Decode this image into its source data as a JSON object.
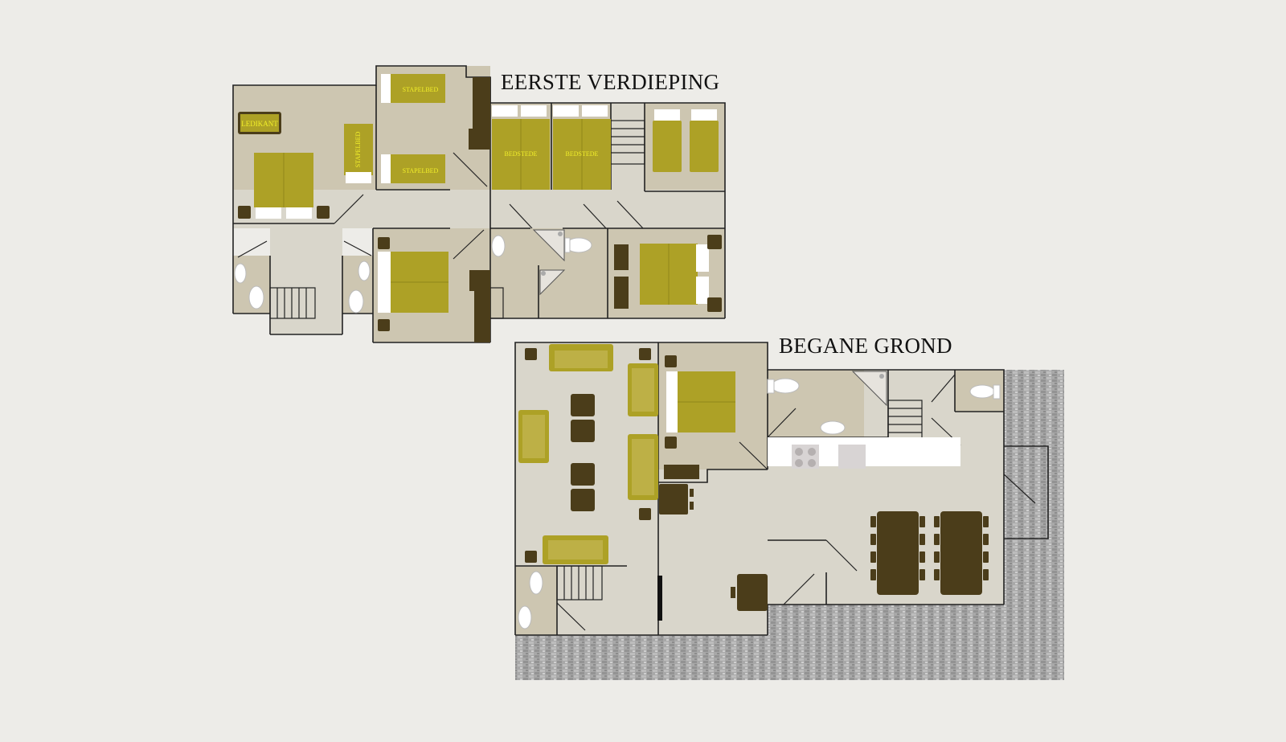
{
  "floors": {
    "upper": {
      "title": "EERSTE VERDIEPING"
    },
    "ground": {
      "title": "BEGANE GROND"
    }
  },
  "labels": {
    "ledikant": "LEDIKANT",
    "stapelbed": "STAPELBED",
    "bedstede": "BEDSTEDE"
  },
  "colors": {
    "background": "#edece8",
    "room": "#cdc6b1",
    "hall": "#d9d6cb",
    "bed": "#ada126",
    "furniture_dark": "#4b3d1a",
    "label": "#f2ef2a",
    "paving": "#a9a9a9"
  }
}
